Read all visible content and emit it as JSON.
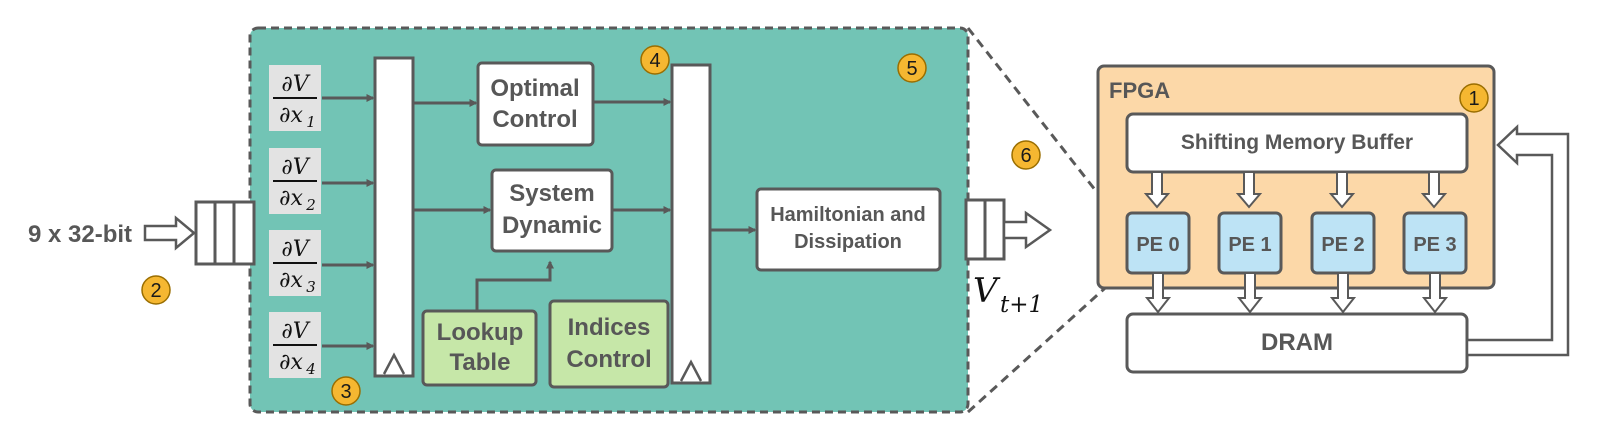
{
  "input": {
    "label": "9 x 32-bit"
  },
  "partials": [
    {
      "num": "∂V",
      "den": "∂x",
      "sub": "1"
    },
    {
      "num": "∂V",
      "den": "∂x",
      "sub": "2"
    },
    {
      "num": "∂V",
      "den": "∂x",
      "sub": "3"
    },
    {
      "num": "∂V",
      "den": "∂x",
      "sub": "4"
    }
  ],
  "blocks": {
    "optimal_control": [
      "Optimal",
      "Control"
    ],
    "system_dynamic": [
      "System",
      "Dynamic"
    ],
    "hamiltonian": [
      "Hamiltonian and",
      "Dissipation"
    ],
    "lookup_table": [
      "Lookup",
      "Table"
    ],
    "indices_control": [
      "Indices",
      "Control"
    ]
  },
  "output": {
    "symbol": "V",
    "subscript": "t+1"
  },
  "fpga": {
    "title": "FPGA",
    "buffer": "Shifting Memory Buffer",
    "pes": [
      "PE 0",
      "PE 1",
      "PE 2",
      "PE 3"
    ],
    "dram": "DRAM"
  },
  "badges": [
    "1",
    "2",
    "3",
    "4",
    "5",
    "6"
  ],
  "colors": {
    "teal": "#72c4b5",
    "fpga_fill": "#fcd8a8",
    "pe_fill": "#bde3f5",
    "green_fill": "#c6e7a8",
    "badge": "#f5b731",
    "stroke": "#595959"
  }
}
